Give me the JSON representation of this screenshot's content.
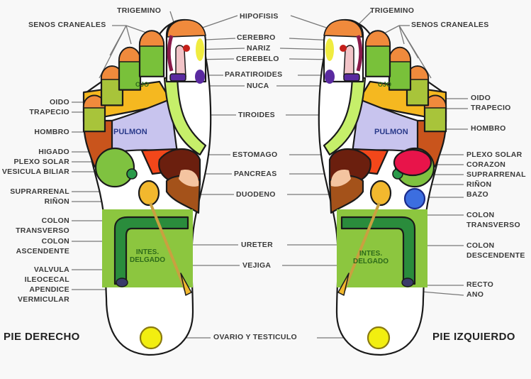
{
  "title_left": "PIE DERECHO",
  "title_right": "PIE IZQUIERDO",
  "center_labels": [
    "HIPOFISIS",
    "CEREBRO",
    "NARIZ",
    "CEREBELO",
    "PARATIROIDES",
    "NUCA",
    "TIROIDES",
    "ESTOMAGO",
    "PANCREAS",
    "DUODENO",
    "URETER",
    "VEJIGA",
    "OVARIO Y TESTICULO"
  ],
  "left_labels": {
    "trigemino": "TRIGEMINO",
    "senos": "SENOS CRANEALES",
    "oido": "OIDO",
    "trapecio": "TRAPECIO",
    "hombro": "HOMBRO",
    "higado": "HIGADO",
    "plexo": "PLEXO SOLAR",
    "vesicula": "VESICULA BILIAR",
    "suprarrenal": "SUPRARRENAL",
    "rinon": "RIÑON",
    "colon_t1": "COLON",
    "colon_t2": "TRANSVERSO",
    "colon_a1": "COLON",
    "colon_a2": "ASCENDENTE",
    "valvula1": "VALVULA",
    "valvula2": "ILEOCECAL",
    "apendice1": "APENDICE",
    "apendice2": "VERMICULAR"
  },
  "right_labels": {
    "trigemino": "TRIGEMINO",
    "senos": "SENOS CRANEALES",
    "oido": "OIDO",
    "trapecio": "TRAPECIO",
    "hombro": "HOMBRO",
    "plexo": "PLEXO SOLAR",
    "corazon": "CORAZON",
    "suprarrenal": "SUPRARRENAL",
    "rinon": "RIÑON",
    "bazo": "BAZO",
    "colon_t1": "COLON",
    "colon_t2": "TRANSVERSO",
    "colon_d1": "COLON",
    "colon_d2": "DESCENDENTE",
    "recto": "RECTO",
    "ano": "ANO"
  },
  "inner_labels": {
    "ojo": "OJO",
    "pulmon": "PULMON",
    "intes1": "INTES.",
    "intes2": "DELGADO"
  },
  "colors": {
    "toe_tip": "#f08a3c",
    "toe_green": "#79c13a",
    "toe_olive": "#a8c43a",
    "trapecio": "#f5b820",
    "hombro": "#c9541c",
    "pulmon": "#c8c4ee",
    "liver": "#7fc240",
    "stomach": "#f2471a",
    "pancreas": "#6b1f0e",
    "duodeno": "#a4521a",
    "kidney": "#f2b82e",
    "colon": "#2a8c3c",
    "intestine": "#8cc63f",
    "heart": "#e8144a",
    "spleen": "#3c6ee0",
    "ovary": "#f2ee10",
    "spine": "#c6ef6a",
    "parathyroid": "#5a2aa0",
    "thyroid_yellow": "#f0ec40",
    "brain_dot": "#c4201a",
    "nose": "#f2c4c8",
    "outline": "#1a1a1a",
    "leader": "#777777"
  }
}
